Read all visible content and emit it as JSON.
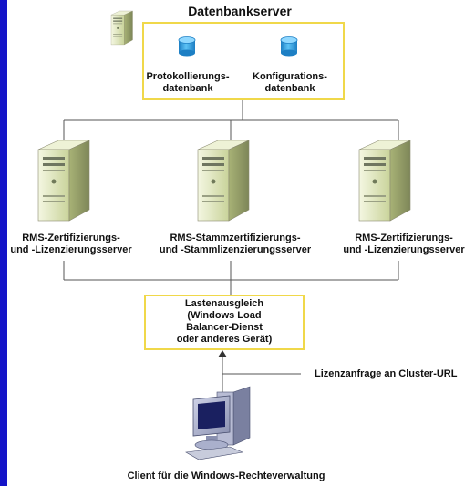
{
  "diagram": {
    "database_group": {
      "title": "Datenbankserver",
      "databases": [
        {
          "label": "Protokollierungs-\ndatenbank"
        },
        {
          "label": "Konfigurations-\ndatenbank"
        }
      ]
    },
    "servers": [
      {
        "label": "RMS-Zertifizierungs-\nund -Lizenzierungsserver"
      },
      {
        "label": "RMS-Stammzertifizierungs-\nund -Stammlizenzierungsserver"
      },
      {
        "label": "RMS-Zertifizierungs-\nund -Lizenzierungsserver"
      }
    ],
    "load_balancer": {
      "label": "Lastenausgleich\n(Windows Load\nBalancer-Dienst\noder anderes Gerät)"
    },
    "request_annotation": "Lizenzanfrage an Cluster-URL",
    "client": {
      "label": "Client für die Windows-Rechteverwaltung"
    },
    "colors": {
      "frame_background": "#1414c8",
      "highlight_border": "#f0d84a",
      "database": "#2a9fe0",
      "server": "#d8e0b0",
      "connector": "#555555"
    }
  }
}
